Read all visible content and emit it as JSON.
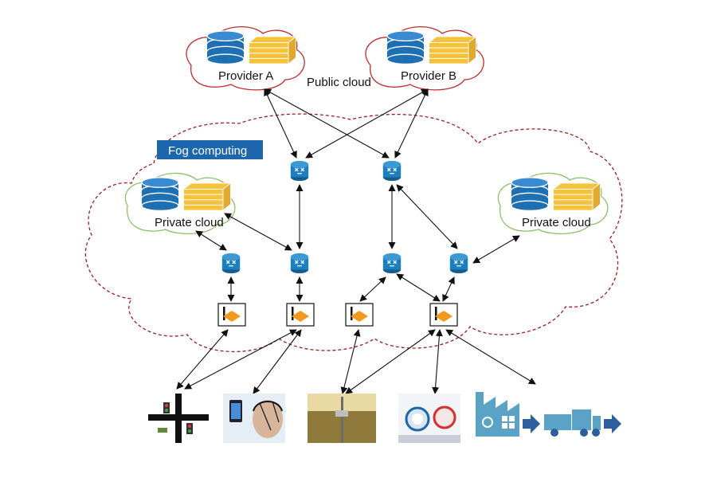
{
  "labels": {
    "provider_a": "Provider A",
    "provider_b": "Provider B",
    "public_cloud": "Public cloud",
    "fog_computing": "Fog computing",
    "private_cloud_left": "Private cloud",
    "private_cloud_right": "Private cloud"
  },
  "colors": {
    "fog_boundary": "#a01c1c",
    "fog_badge": "#1b66ad",
    "server_blue": "#1f6fb3",
    "storage_yellow": "#f6c23a",
    "router_blue": "#1c7fc0",
    "gateway_orange": "#f39a1e",
    "private_cloud_outline": "#8cc06a",
    "public_cloud_outline": "#c22b2b",
    "factory_blue": "#5aa2c6",
    "arrow_blue": "#2c5f9c"
  },
  "icons": [
    "database-server-icon",
    "storage-stack-icon",
    "router-icon",
    "gateway-icon",
    "traffic-intersection-image",
    "wearable-eeg-image",
    "field-sensor-image",
    "water-meter-image",
    "factory-icon",
    "truck-icon"
  ]
}
